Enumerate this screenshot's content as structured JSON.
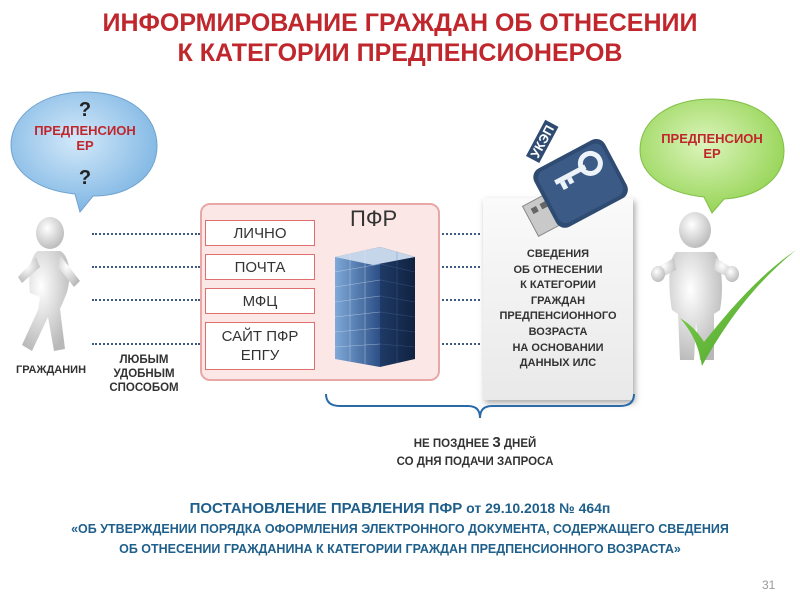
{
  "title": {
    "line1": "ИНФОРМИРОВАНИЕ ГРАЖДАН ОБ ОТНЕСЕНИИ",
    "line2": "К КАТЕГОРИИ ПРЕДПЕНСИОНЕРОВ"
  },
  "left_bubble": {
    "question_top": "?",
    "line1": "ПРЕДПЕНСИОН",
    "line2": "ЕР",
    "question_bottom": "?"
  },
  "right_bubble": {
    "line1": "ПРЕДПЕНСИОН",
    "line2": "ЕР"
  },
  "citizen_label": "ГРАЖДАНИН",
  "any_way_label": {
    "line1": "ЛЮБЫМ",
    "line2": "УДОБНЫМ",
    "line3": "СПОСОБОМ"
  },
  "pfr": {
    "label": "ПФР",
    "channels": [
      "ЛИЧНО",
      "ПОЧТА",
      "МФЦ"
    ],
    "channel4_line1": "САЙТ ПФР",
    "channel4_line2": "ЕПГУ"
  },
  "usb_label": "УКЭП",
  "document_lines": [
    "СВЕДЕНИЯ",
    "ОБ ОТНЕСЕНИИ",
    "К КАТЕГОРИИ",
    "ГРАЖДАН",
    "ПРЕДПЕНСИОННОГО",
    "ВОЗРАСТА",
    "НА ОСНОВАНИИ",
    "ДАННЫХ  ИЛС"
  ],
  "deadline": {
    "prefix": "НЕ ПОЗДНЕЕ ",
    "number": "3",
    "suffix": " ДНЕЙ",
    "line2": "СО ДНЯ ПОДАЧИ ЗАПРОСА"
  },
  "footer": {
    "line1_bold": "ПОСТАНОВЛЕНИЕ ПРАВЛЕНИЯ ПФР",
    "line1_rest": " от 29.10.2018 № 464п",
    "line2": "«ОБ УТВЕРЖДЕНИИ ПОРЯДКА ОФОРМЛЕНИЯ ЭЛЕКТРОННОГО ДОКУМЕНТА, СОДЕРЖАЩЕГО СВЕДЕНИЯ",
    "line3": "ОБ ОТНЕСЕНИИ ГРАЖДАНИНА К КАТЕГОРИИ ГРАЖДАН ПРЕДПЕНСИОННОГО ВОЗРАСТА»"
  },
  "page_number": "31",
  "colors": {
    "title_red": "#c0272d",
    "footer_blue": "#1f5f8b",
    "bubble_blue": "#8fc1e9",
    "bubble_green": "#a8dd6a",
    "check_green": "#4aa82a",
    "pfr_pink": "#fbe7e6"
  }
}
